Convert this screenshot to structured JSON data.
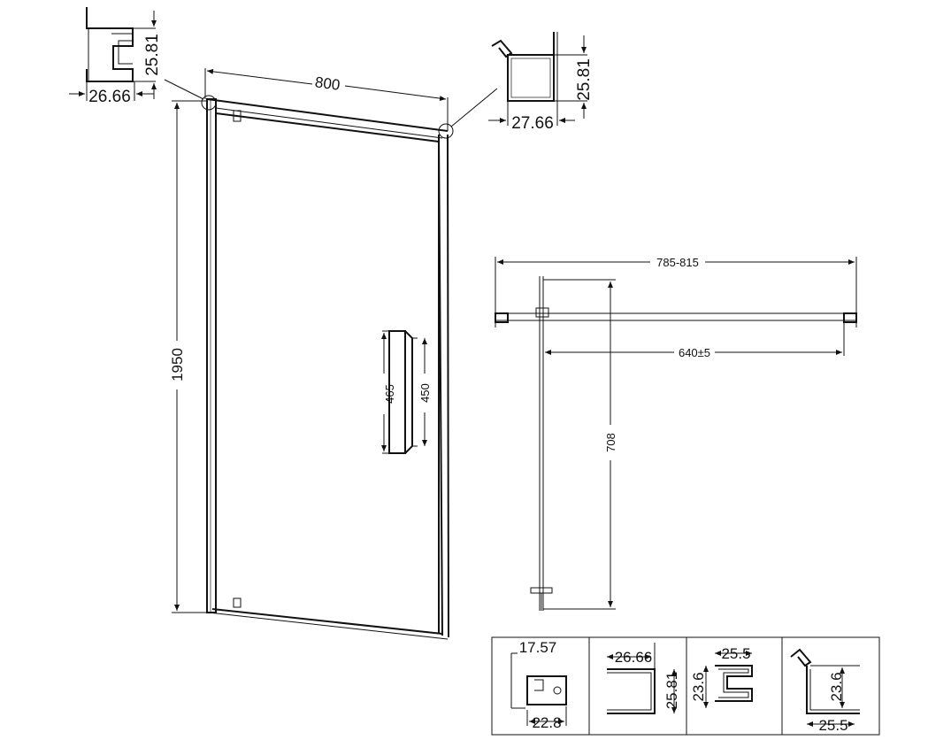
{
  "front_view": {
    "width": "800",
    "height": "1950",
    "handle_outer": "465",
    "handle_inner": "450"
  },
  "profile_left": {
    "width": "26.66",
    "height": "25.81"
  },
  "profile_right": {
    "width": "27.66",
    "height": "25.81"
  },
  "plan_view": {
    "range": "785-815",
    "opening": "640±5",
    "swing": "708"
  },
  "profiles": [
    {
      "a": "17.57",
      "b": "22.8"
    },
    {
      "a": "26.66",
      "b": "25.81"
    },
    {
      "a": "25.5",
      "b": "23.6"
    },
    {
      "a": "23.6",
      "b": "25.5"
    }
  ]
}
